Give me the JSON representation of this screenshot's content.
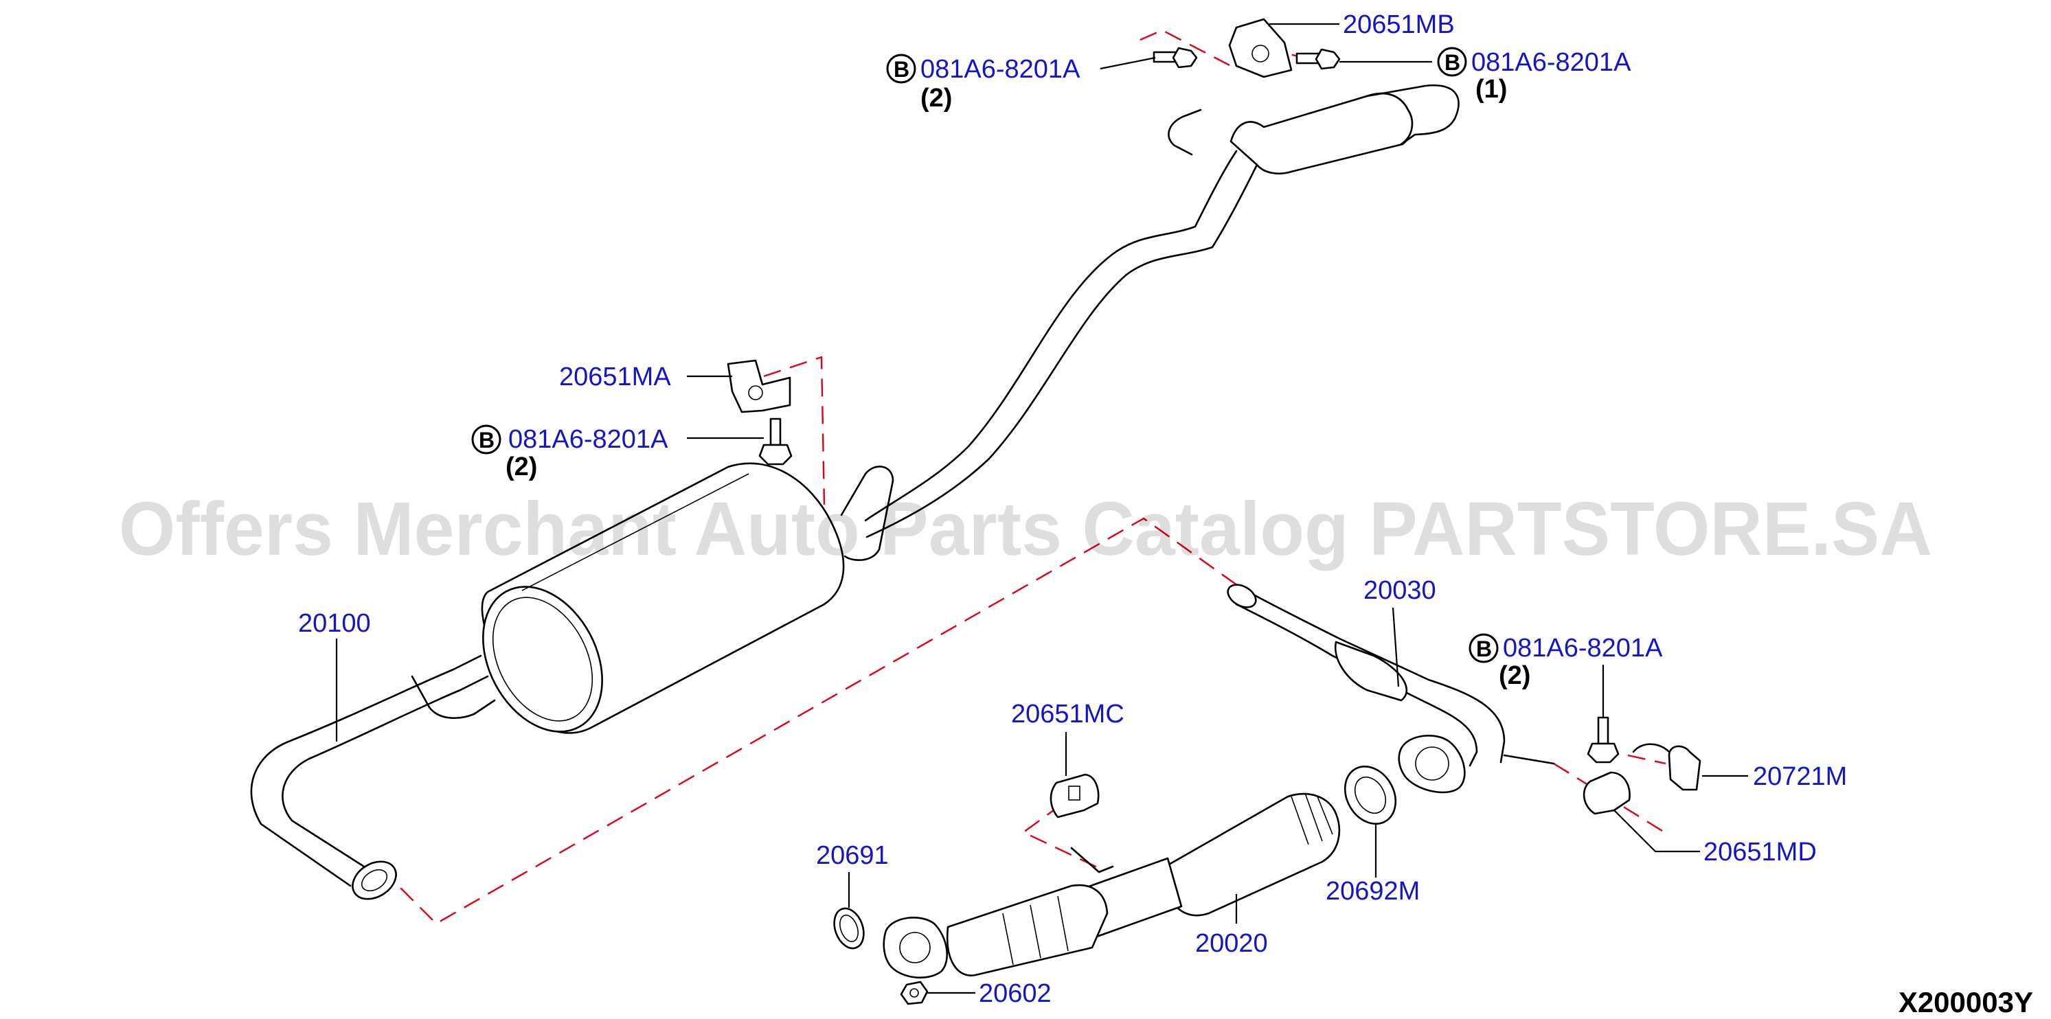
{
  "watermark": "Offers Merchant Auto Parts Catalog PARTSTORE.SA",
  "reference_code": "X200003Y",
  "bolt_marker": "B",
  "colors": {
    "label": "#1414c8",
    "dashed_guide": "#e0001b",
    "line": "#000000"
  },
  "callouts": {
    "p20651MB": "20651MB",
    "bolt_top_left": "081A6-8201A",
    "bolt_top_left_qty": "(2)",
    "bolt_top_right": "081A6-8201A",
    "bolt_top_right_qty": "(1)",
    "p20651MA": "20651MA",
    "bolt_mid_left": "081A6-8201A",
    "bolt_mid_left_qty": "(2)",
    "p20100": "20100",
    "p20030": "20030",
    "bolt_right": "081A6-8201A",
    "bolt_right_qty": "(2)",
    "p20651MC": "20651MC",
    "p20721M": "20721M",
    "p20651MD": "20651MD",
    "p20691": "20691",
    "p20692M": "20692M",
    "p20020": "20020",
    "p20602": "20602"
  }
}
